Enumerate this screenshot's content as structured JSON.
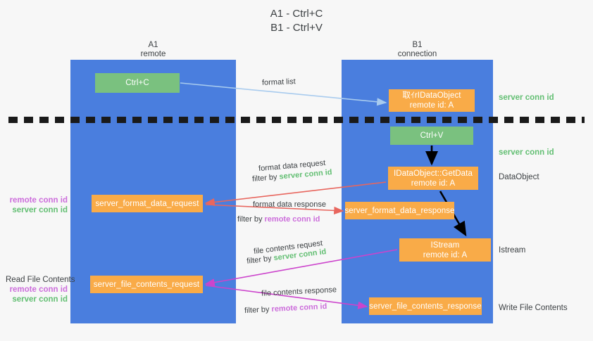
{
  "title": {
    "line1": "A1 - Ctrl+C",
    "line2": "B1 - Ctrl+V"
  },
  "lanes": [
    {
      "id": "a1",
      "name": "A1",
      "role": "remote",
      "color": "#4a7ede"
    },
    {
      "id": "b1",
      "name": "B1",
      "role": "connection",
      "color": "#4a7ede"
    }
  ],
  "boxes": {
    "ctrl_c": {
      "line1": "Ctrl+C",
      "line2": "",
      "color": "#7ac17f"
    },
    "idataobject": {
      "line1": "取ｲrIDataObject",
      "line2": "remote id: A",
      "color": "#f9ab48"
    },
    "ctrl_v": {
      "line1": "Ctrl+V",
      "line2": "",
      "color": "#7ac17f"
    },
    "getdata": {
      "line1": "IDataObject::GetData",
      "line2": "remote id: A",
      "color": "#f9ab48"
    },
    "server_format_data_request": {
      "line1": "server_format_data_request",
      "line2": "",
      "color": "#f9ab48"
    },
    "server_format_data_response": {
      "line1": "server_format_data_response",
      "line2": "",
      "color": "#f9ab48"
    },
    "istream": {
      "line1": "IStream",
      "line2": "remote id: A",
      "color": "#f9ab48"
    },
    "server_file_contents_request": {
      "line1": "server_file_contents_request",
      "line2": "",
      "color": "#f9ab48"
    },
    "server_file_contents_response": {
      "line1": "server_file_contents_response",
      "line2": "",
      "color": "#f9ab48"
    }
  },
  "edge_labels": {
    "format_list": "format list",
    "format_data_request": "format data request",
    "format_data_request_filter_prefix": "filter by ",
    "format_data_request_filter_key": "server conn id",
    "format_data_response": "format data response",
    "format_data_response_filter_prefix": "filter by ",
    "format_data_response_filter_key": "remote conn id",
    "file_contents_request": "file contents request",
    "file_contents_request_filter_prefix": "filter by ",
    "file_contents_request_filter_key": "server conn id",
    "file_contents_response": "file contents response",
    "file_contents_response_filter_prefix": "filter by ",
    "file_contents_response_filter_key": "remote conn id"
  },
  "side_labels": {
    "right": {
      "server_conn_id_top": "server conn id",
      "server_conn_id_mid": "server conn id",
      "dataobject": "DataObject",
      "istream": "Istream",
      "write_file_contents": "Write File Contents"
    },
    "left": {
      "remote_conn_id_1": "remote conn id",
      "server_conn_id_1": "server conn id",
      "read_file_contents": "Read File Contents",
      "remote_conn_id_2": "remote conn id",
      "server_conn_id_2": "server conn id"
    }
  },
  "colors": {
    "lane": "#4a7ede",
    "green_box": "#7ac17f",
    "orange_box": "#f9ab48",
    "green_text": "#63bf73",
    "magenta_text": "#cc6ddb",
    "arrow_blue": "#a8cbee",
    "arrow_red": "#e8665e",
    "arrow_magenta": "#cc44cc",
    "arrow_black": "#000000",
    "divider": "#1a1a1a",
    "background": "#f7f7f7"
  }
}
